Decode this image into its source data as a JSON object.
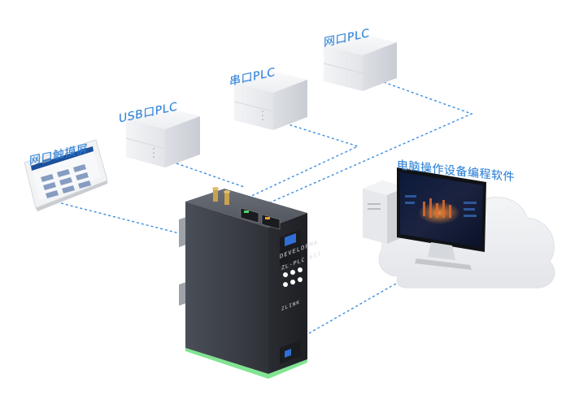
{
  "labels": {
    "net_plc": "网口PLC",
    "serial_plc": "串口PLC",
    "usb_plc": "USB口PLC",
    "touch_screen": "网口触摸屏",
    "pc_software": "电脑操作设备编程软件"
  },
  "gateway": {
    "brand": "DEVELOPMA",
    "model": "ZL-PLC 611",
    "logo_text": "ZLINK"
  },
  "colors": {
    "accent": "#2b7fd6",
    "connector_line": "#3d8ee0",
    "gateway_body": "#3a3d44",
    "gateway_led": "#4cd964"
  }
}
